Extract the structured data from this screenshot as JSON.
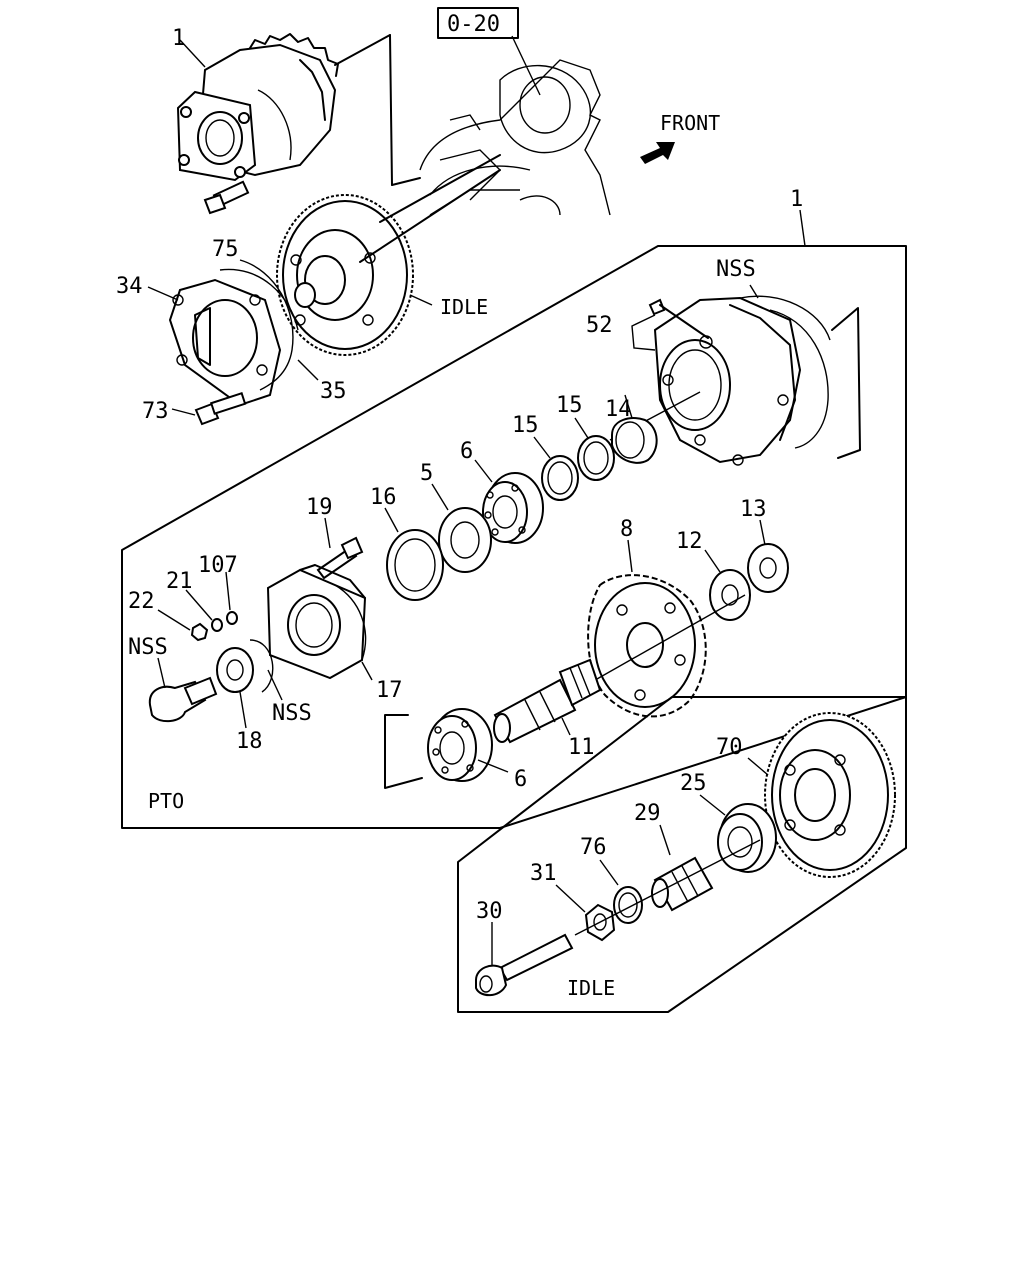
{
  "ref_box": "0-20",
  "front_label": "FRONT",
  "pto_label": "PTO",
  "idle_label_top": "IDLE",
  "idle_label_bottom": "IDLE",
  "callouts": {
    "c1a": "1",
    "c1b": "1",
    "c75": "75",
    "c34": "34",
    "c35": "35",
    "c73": "73",
    "cnss1": "NSS",
    "c52": "52",
    "c14": "14",
    "c15a": "15",
    "c15b": "15",
    "c6a": "6",
    "c5": "5",
    "c16": "16",
    "c19": "19",
    "c107": "107",
    "c21": "21",
    "c22": "22",
    "cnss2": "NSS",
    "cnss3": "NSS",
    "c17": "17",
    "c18": "18",
    "c8": "8",
    "c12": "12",
    "c13": "13",
    "c11": "11",
    "c6b": "6",
    "c70": "70",
    "c25": "25",
    "c29": "29",
    "c76": "76",
    "c31": "31",
    "c30": "30"
  }
}
